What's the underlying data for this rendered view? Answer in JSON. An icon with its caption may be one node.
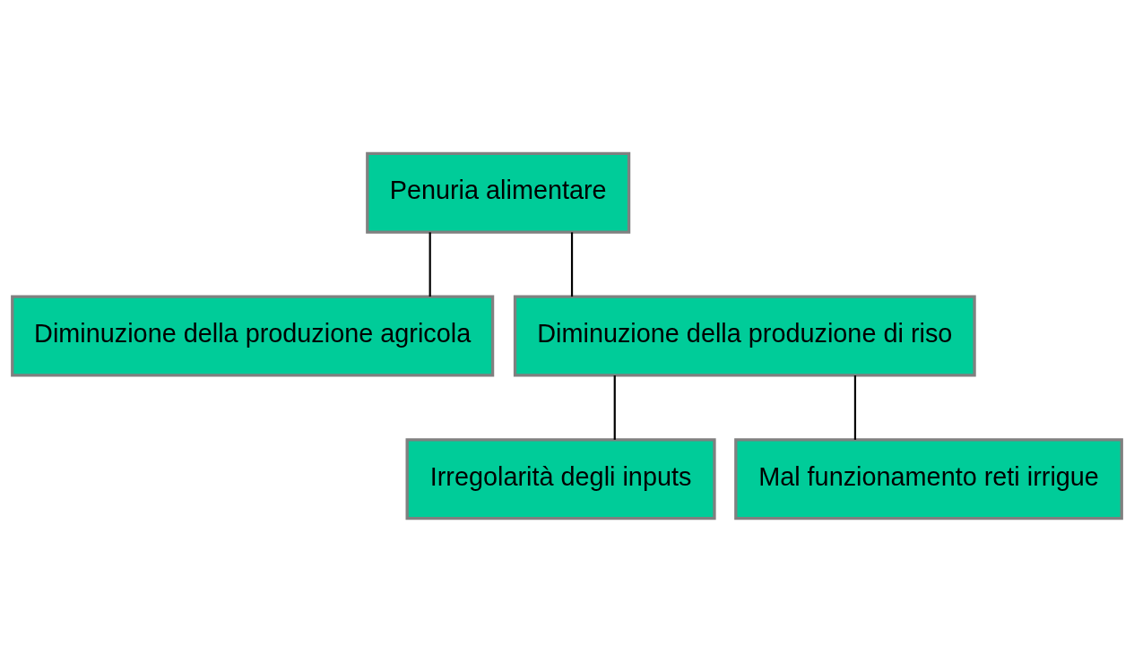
{
  "diagram": {
    "nodes": [
      {
        "text": [
          "Penuria alimentare"
        ]
      },
      {
        "text": [
          "Diminuzione della produzione agricola"
        ]
      },
      {
        "text": [
          "Diminuzione della produzione di riso"
        ]
      },
      {
        "text": [
          "Irregolarità degli inputs"
        ]
      },
      {
        "text": [
          "Mal funzionamento reti irrigue"
        ]
      }
    ],
    "edges": [
      {
        "from": 0,
        "to": 1,
        "arrow": "none"
      },
      {
        "from": 0,
        "to": 2,
        "arrow": "none"
      },
      {
        "from": 2,
        "to": 3,
        "arrow": "none"
      },
      {
        "from": 2,
        "to": 4,
        "arrow": "none"
      }
    ]
  }
}
